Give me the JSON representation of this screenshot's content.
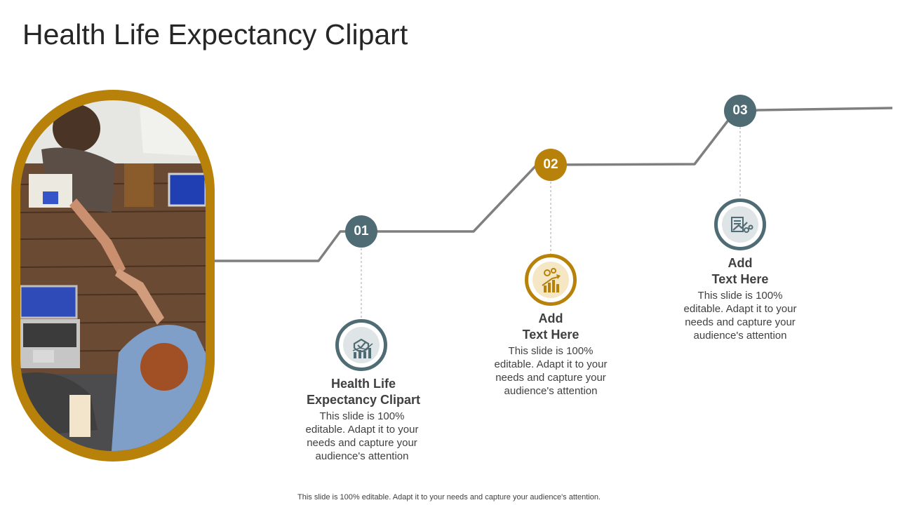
{
  "title": "Health Life Expectancy Clipart",
  "colors": {
    "slate": "#4f6c75",
    "gold": "#b8820a",
    "line": "#7f7f7f"
  },
  "photo": {
    "description_icon": "handshake-meeting-photo"
  },
  "steps": [
    {
      "number": "01",
      "heading_line1": "Health Life",
      "heading_line2": "Expectancy Clipart",
      "desc_lines": [
        "This slide is 100%",
        "editable. Adapt it to your",
        "needs and capture your",
        "audience's attention"
      ],
      "icon": "chart-check-icon",
      "color": "#4f6c75"
    },
    {
      "number": "02",
      "heading_line1": "Add",
      "heading_line2": "Text Here",
      "desc_lines": [
        "This slide is 100%",
        "editable. Adapt it to your",
        "needs and capture your",
        "audience's attention"
      ],
      "icon": "growth-gear-icon",
      "color": "#b8820a"
    },
    {
      "number": "03",
      "heading_line1": "Add",
      "heading_line2": "Text Here",
      "desc_lines": [
        "This slide is 100%",
        "editable. Adapt it to your",
        "needs and capture your",
        "audience's attention"
      ],
      "icon": "strategy-board-icon",
      "color": "#4f6c75"
    }
  ],
  "footer": "This slide is 100% editable. Adapt it to your needs and capture your audience's attention."
}
